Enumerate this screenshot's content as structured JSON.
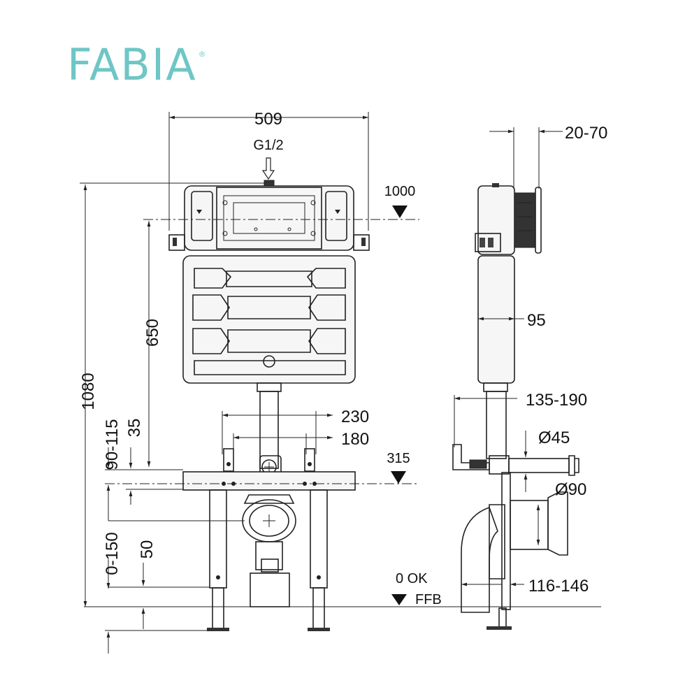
{
  "brand": {
    "logo_text": "FABIA",
    "registered_mark": "®",
    "color": "#6fc6c6"
  },
  "labels": {
    "inlet": "G1/2",
    "level_1000": "1000",
    "level_315": "315",
    "ok": "0  OK",
    "ffb": "FFB"
  },
  "dimensions": {
    "width_509": "509",
    "depth_20_70": "20-70",
    "depth_95": "95",
    "h_1080": "1080",
    "h_650": "650",
    "range_90_115": "90-115",
    "h_35": "35",
    "w_230": "230",
    "w_180": "180",
    "range_135_190": "135-190",
    "d45": "Ø45",
    "d90": "Ø90",
    "range_0_150": "0-150",
    "h_50": "50",
    "range_116_146": "116-146"
  }
}
